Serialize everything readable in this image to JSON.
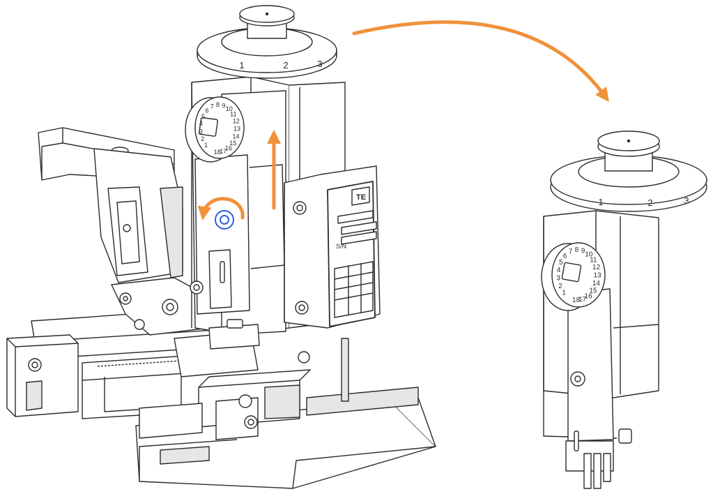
{
  "colors": {
    "arrow": "#F0923A",
    "line": "#2B2B2B",
    "fill": "#FFFFFF",
    "shade": "#E6E6E6",
    "screw": "#2B5FD9"
  },
  "icons": {
    "curved_arrow": "curved-arrow-right",
    "rotate_arrow": "counterclockwise-rotation-arrow",
    "lift_arrow": "up-arrow"
  },
  "dial": {
    "scale_numbers": [
      "1",
      "2",
      "3"
    ],
    "knob_numbers": [
      "1",
      "2",
      "3",
      "4",
      "5",
      "6",
      "7",
      "8",
      "9",
      "10",
      "11",
      "12",
      "13",
      "14",
      "15",
      "16",
      "17",
      "18"
    ]
  },
  "nameplate": {
    "logo": "TE",
    "serial_label": "S/N"
  }
}
